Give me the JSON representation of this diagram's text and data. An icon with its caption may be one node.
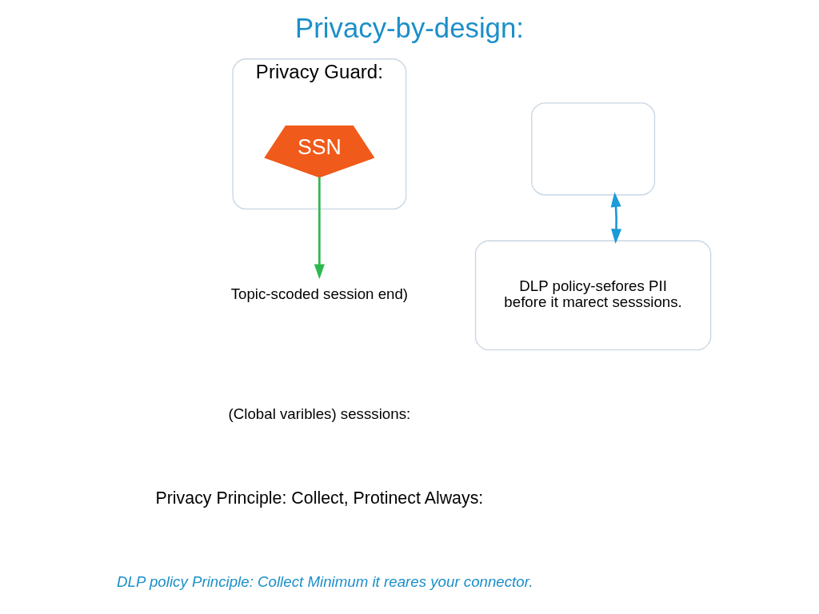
{
  "diagram": {
    "title": "Privacy-by-design:",
    "nodes": [
      {
        "text": [
          "Privacy Guard:"
        ]
      },
      {
        "text": [
          "SSN"
        ],
        "in": 0
      },
      {
        "text": [
          "Topic-scoded session end)"
        ]
      },
      {
        "text": [],
        "shape": "box"
      },
      {
        "text": [
          "DLP policy-sefores PII",
          "before it marect sesssions."
        ]
      }
    ],
    "edges": [
      {
        "from": 1,
        "to": 2,
        "arrow": "to",
        "color": "#2db84d"
      },
      {
        "from": 4,
        "to": 3,
        "arrow": "both",
        "color": "#1b9bd7"
      }
    ],
    "labels": [
      "(Clobal varibles) sesssions:",
      "Privacy Principle: Collect, Protinect Always:",
      "DLP policy Principle: Collect Minimum it reares your connector."
    ]
  }
}
